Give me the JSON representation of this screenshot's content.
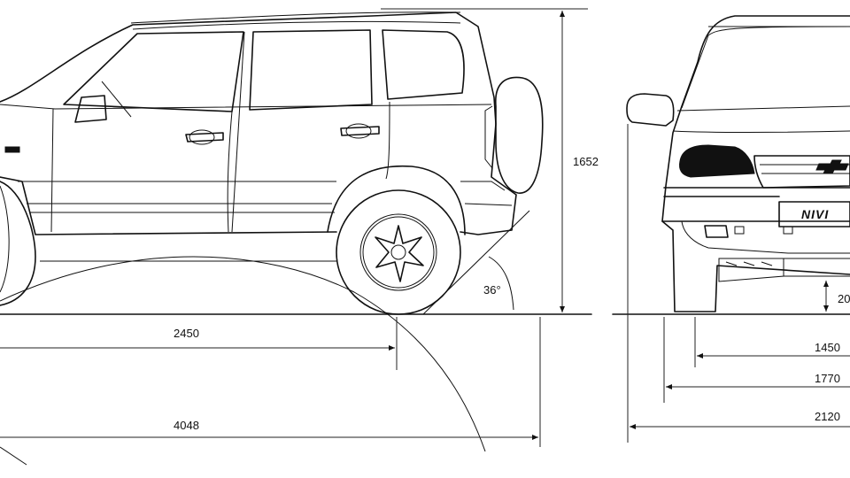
{
  "dimensions": {
    "height": "1652",
    "wheelbase": "2450",
    "length": "4048",
    "departure_angle": "36°",
    "ground_clearance": "20",
    "track": "1450",
    "width": "1770",
    "width_with_mirrors": "2120"
  },
  "badge": "NIVI"
}
